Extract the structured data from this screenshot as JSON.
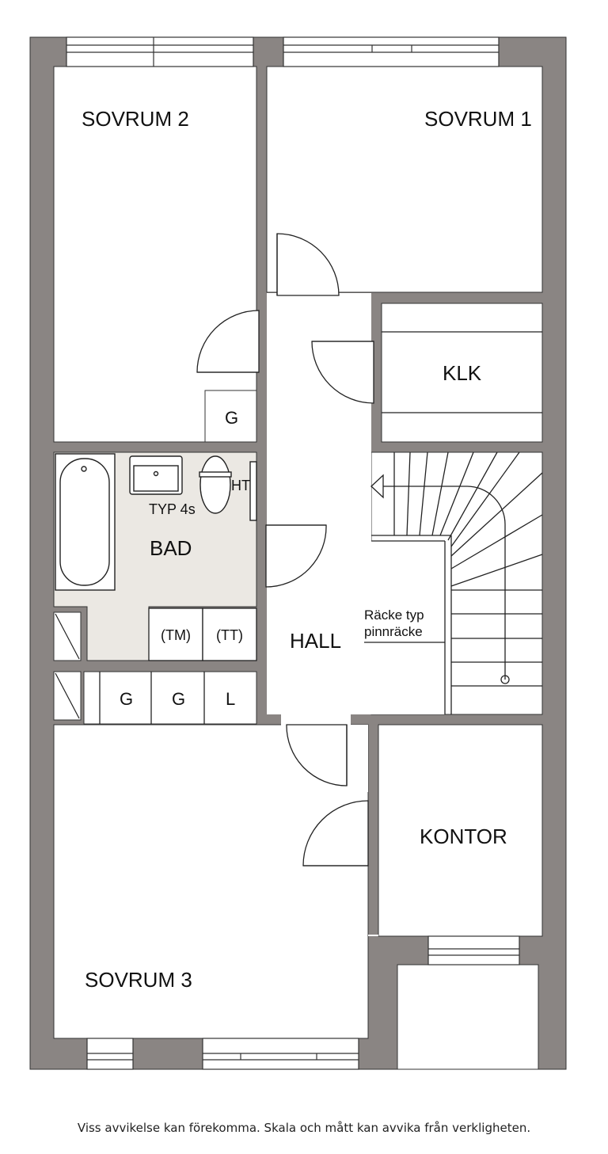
{
  "rooms": {
    "sovrum1": "SOVRUM 1",
    "sovrum2": "SOVRUM 2",
    "sovrum3": "SOVRUM 3",
    "klk": "KLK",
    "bad": "BAD",
    "hall": "HALL",
    "kontor": "KONTOR"
  },
  "fixtures": {
    "g_upper": "G",
    "ht": "HT",
    "typ": "TYP 4s",
    "tm": "(TM)",
    "tt": "(TT)",
    "g1": "G",
    "g2": "G",
    "l": "L"
  },
  "railing": {
    "line1": "Räcke typ",
    "line2": "pinnräcke"
  },
  "disclaimer": "Viss avvikelse kan förekomma. Skala och mått kan avvika från verkligheten.",
  "colors": {
    "wall": "#8a8583",
    "bath_floor": "#ebe8e3",
    "line": "#222222"
  }
}
